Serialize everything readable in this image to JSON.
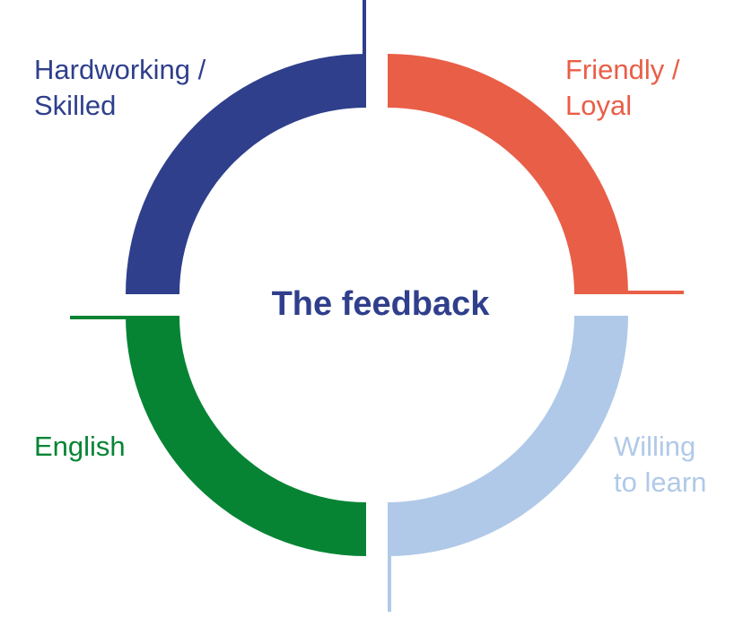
{
  "title": "The feedback",
  "segments": [
    {
      "line1": "Hardworking /",
      "line2": "Skilled",
      "color": "#2f3f8c"
    },
    {
      "line1": "Friendly /",
      "line2": "Loyal",
      "color": "#e95e47"
    },
    {
      "line1": "English",
      "line2": "",
      "color": "#068434"
    },
    {
      "line1": "Willing",
      "line2": "to learn",
      "color": "#b0c9e8"
    }
  ]
}
